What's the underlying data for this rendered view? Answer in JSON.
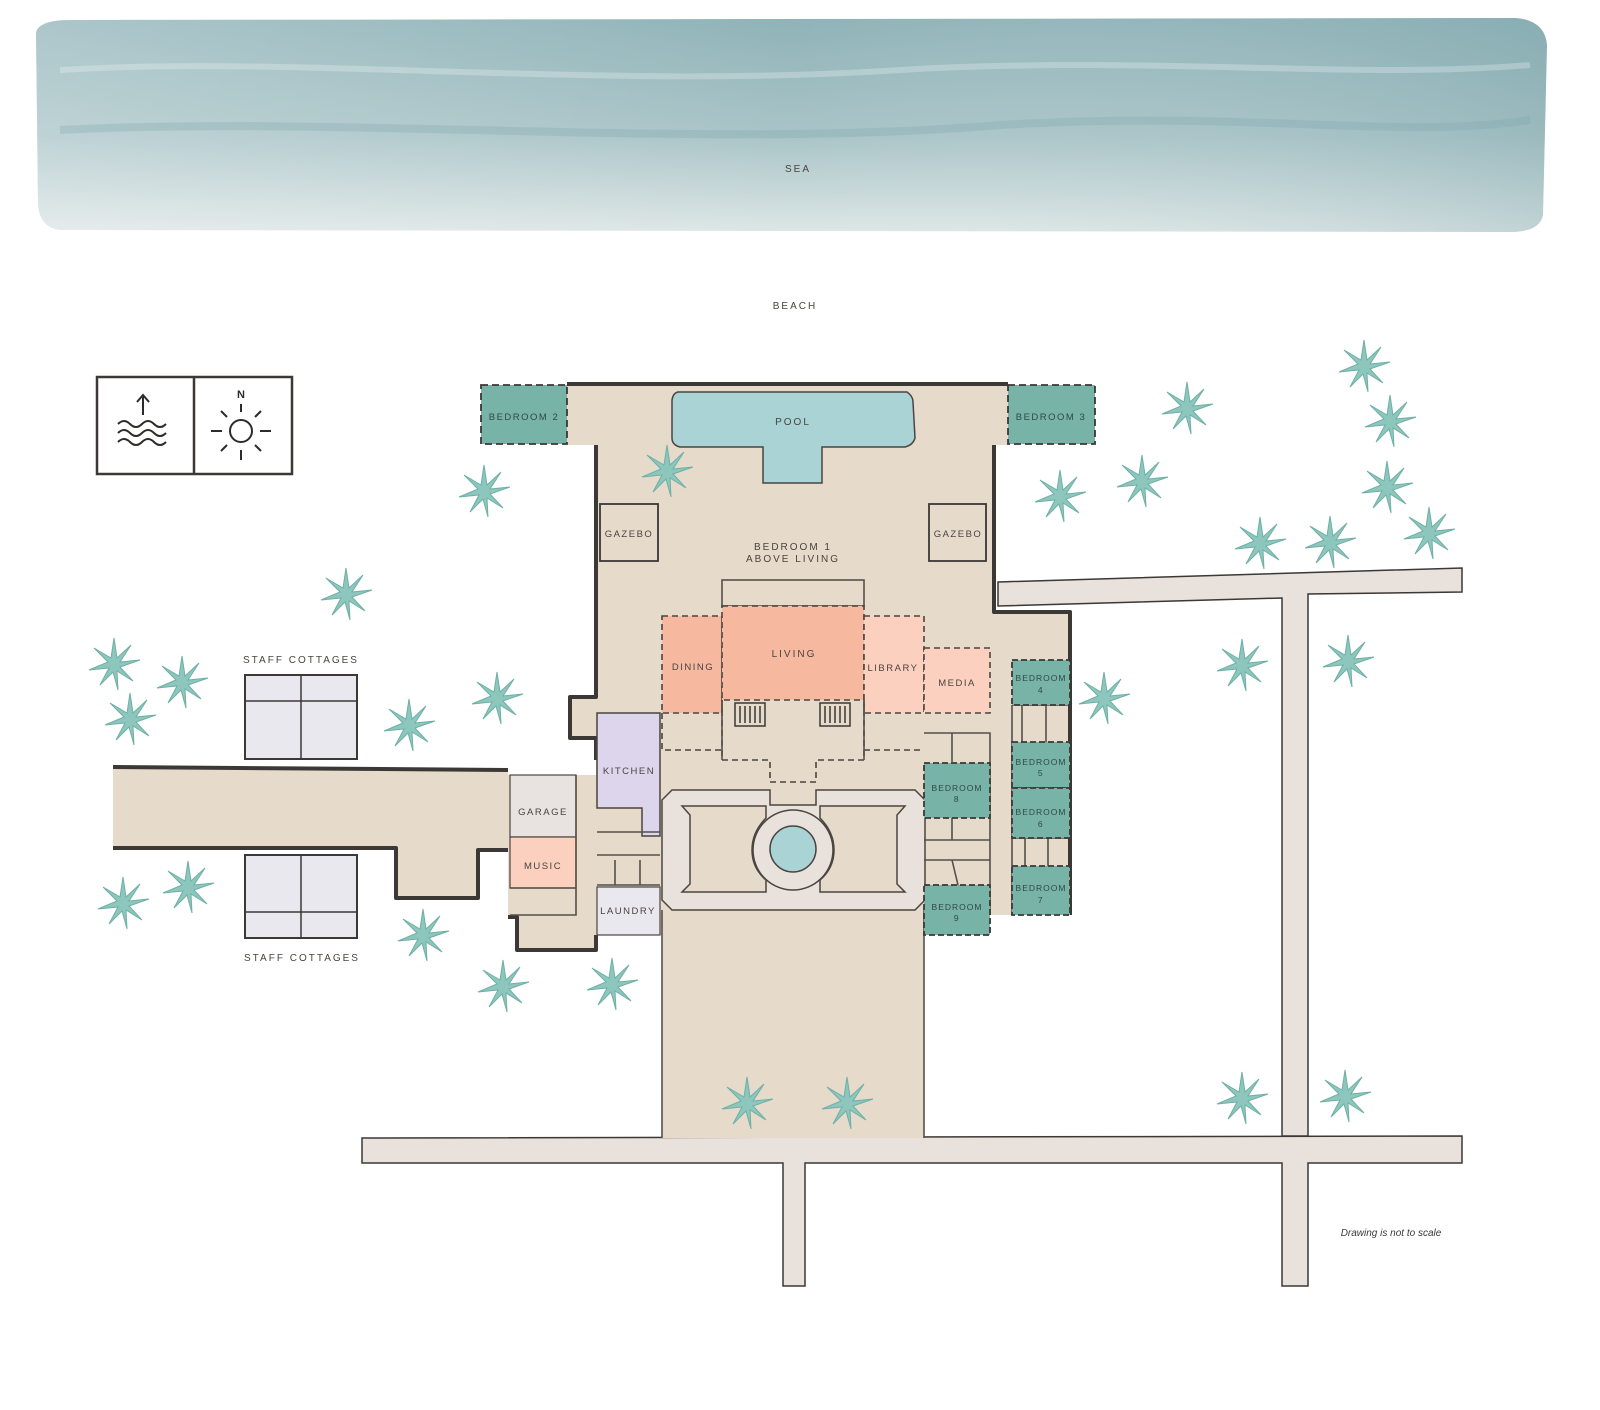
{
  "map": {
    "sea_label": "SEA",
    "beach_label": "BEACH",
    "legend": {
      "sea_direction_icon": "wave-arrow-icon",
      "north_label": "N",
      "north_icon": "sun-compass-icon"
    },
    "rooms": {
      "bedroom_1": "BEDROOM 1",
      "above_living": "ABOVE LIVING",
      "bedroom_2": "BEDROOM 2",
      "bedroom_3": "BEDROOM 3",
      "pool": "POOL",
      "gazebo_left": "GAZEBO",
      "gazebo_right": "GAZEBO",
      "dining": "DINING",
      "living": "LIVING",
      "library": "LIBRARY",
      "media": "MEDIA",
      "kitchen": "KITCHEN",
      "garage": "GARAGE",
      "music": "MUSIC",
      "laundry": "LAUNDRY",
      "bedroom_4_a": "BEDROOM",
      "bedroom_4_b": "4",
      "bedroom_5_a": "BEDROOM",
      "bedroom_5_b": "5",
      "bedroom_6_a": "BEDROOM",
      "bedroom_6_b": "6",
      "bedroom_7_a": "BEDROOM",
      "bedroom_7_b": "7",
      "bedroom_8_a": "BEDROOM",
      "bedroom_8_b": "8",
      "bedroom_9_a": "BEDROOM",
      "bedroom_9_b": "9"
    },
    "staff_cottages_top": "STAFF COTTAGES",
    "staff_cottages_bottom": "STAFF COTTAGES",
    "scale_note": "Drawing is not to scale",
    "colors": {
      "sea": "#8fb3b8",
      "ground": "#e6dacb",
      "road": "#e9e1dc",
      "pool": "#a9d3d5",
      "bedroom": "#78b3a8",
      "living": "#f6b9a0",
      "library": "#fbd0bf",
      "kitchen": "#ddd5ec",
      "cottage": "#e9e8ef",
      "garage": "#e8e3e0",
      "palm": "#8cc6bd"
    }
  }
}
